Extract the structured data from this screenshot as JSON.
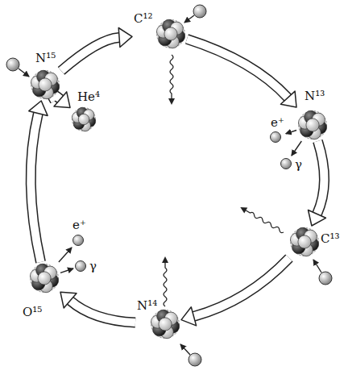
{
  "diagram": {
    "nodes": [
      {
        "text": [
          "C¹²"
        ]
      },
      {
        "text": [
          "N¹³"
        ]
      },
      {
        "text": [
          "e⁺"
        ]
      },
      {
        "text": [
          "γ"
        ]
      },
      {
        "text": [
          "C¹³"
        ]
      },
      {
        "text": [
          "N¹⁴"
        ]
      },
      {
        "text": [
          "O¹⁵"
        ]
      },
      {
        "text": [
          "e⁺"
        ]
      },
      {
        "text": [
          "γ"
        ]
      },
      {
        "text": [
          "N¹⁵"
        ]
      },
      {
        "text": [
          "He⁴"
        ]
      }
    ],
    "edges": [
      {
        "from": 0,
        "to": 1,
        "arrow": "to"
      },
      {
        "from": 1,
        "to": 2,
        "arrow": "to"
      },
      {
        "from": 1,
        "to": 3,
        "arrow": "to"
      },
      {
        "from": 1,
        "to": 4,
        "arrow": "to"
      },
      {
        "from": 4,
        "to": 5,
        "arrow": "to"
      },
      {
        "from": 5,
        "to": 6,
        "arrow": "to"
      },
      {
        "from": 6,
        "to": 7,
        "arrow": "to"
      },
      {
        "from": 6,
        "to": 8,
        "arrow": "to"
      },
      {
        "from": 6,
        "to": 9,
        "arrow": "to"
      },
      {
        "from": 9,
        "to": 0,
        "arrow": "to"
      },
      {
        "from": 9,
        "to": 10,
        "arrow": "to"
      }
    ]
  }
}
